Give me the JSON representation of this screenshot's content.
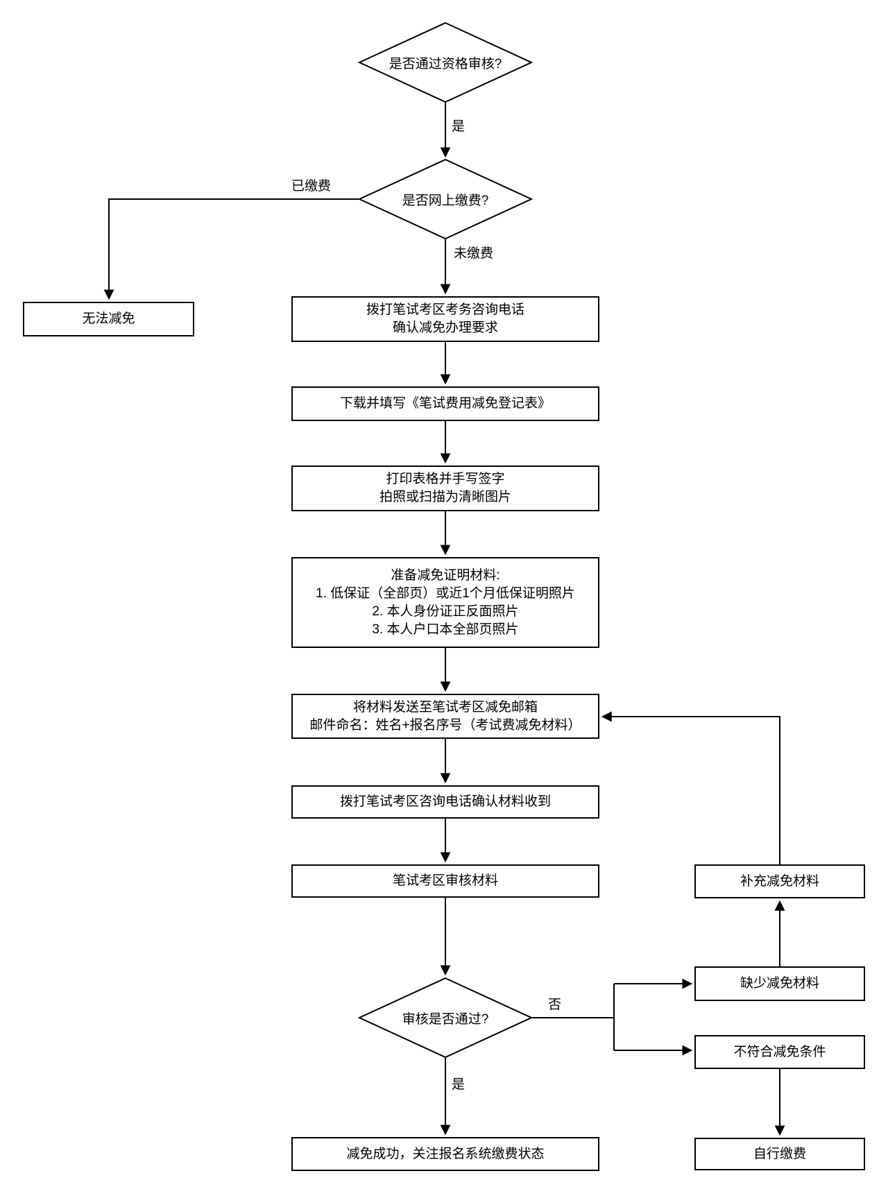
{
  "nodes": {
    "decision_qualification": {
      "label": "是否通过资格审核?"
    },
    "decision_online_payment": {
      "label": "是否网上缴费?"
    },
    "no_waiver": {
      "label": "无法减免"
    },
    "call_requirements": {
      "line1": "拨打笔试考区考务咨询电话",
      "line2": "确认减免办理要求"
    },
    "download_form": {
      "label": "下载并填写《笔试费用减免登记表》"
    },
    "print_sign": {
      "line1": "打印表格并手写签字",
      "line2": "拍照或扫描为清晰图片"
    },
    "prepare_materials": {
      "line1": "准备减免证明材料:",
      "line2": "1. 低保证（全部页）或近1个月低保证明照片",
      "line3": "2. 本人身份证正反面照片",
      "line4": "3. 本人户口本全部页照片"
    },
    "send_email": {
      "line1": "将材料发送至笔试考区减免邮箱",
      "line2": "邮件命名：姓名+报名序号（考试费减免材料）"
    },
    "confirm_received": {
      "label": "拨打笔试考区咨询电话确认材料收到"
    },
    "review_materials": {
      "label": "笔试考区审核材料"
    },
    "decision_review": {
      "label": "审核是否通过?"
    },
    "supplement_materials": {
      "label": "补充减免材料"
    },
    "missing_materials": {
      "label": "缺少减免材料"
    },
    "not_eligible": {
      "label": "不符合减免条件"
    },
    "success": {
      "label": "减免成功，关注报名系统缴费状态"
    },
    "self_pay": {
      "label": "自行缴费"
    }
  },
  "edge_labels": {
    "qualification_yes": "是",
    "paid": "已缴费",
    "unpaid": "未缴费",
    "review_no": "否",
    "review_yes": "是"
  },
  "colors": {
    "stroke": "#000000",
    "background": "#ffffff",
    "node_fill": "#ffffff"
  }
}
